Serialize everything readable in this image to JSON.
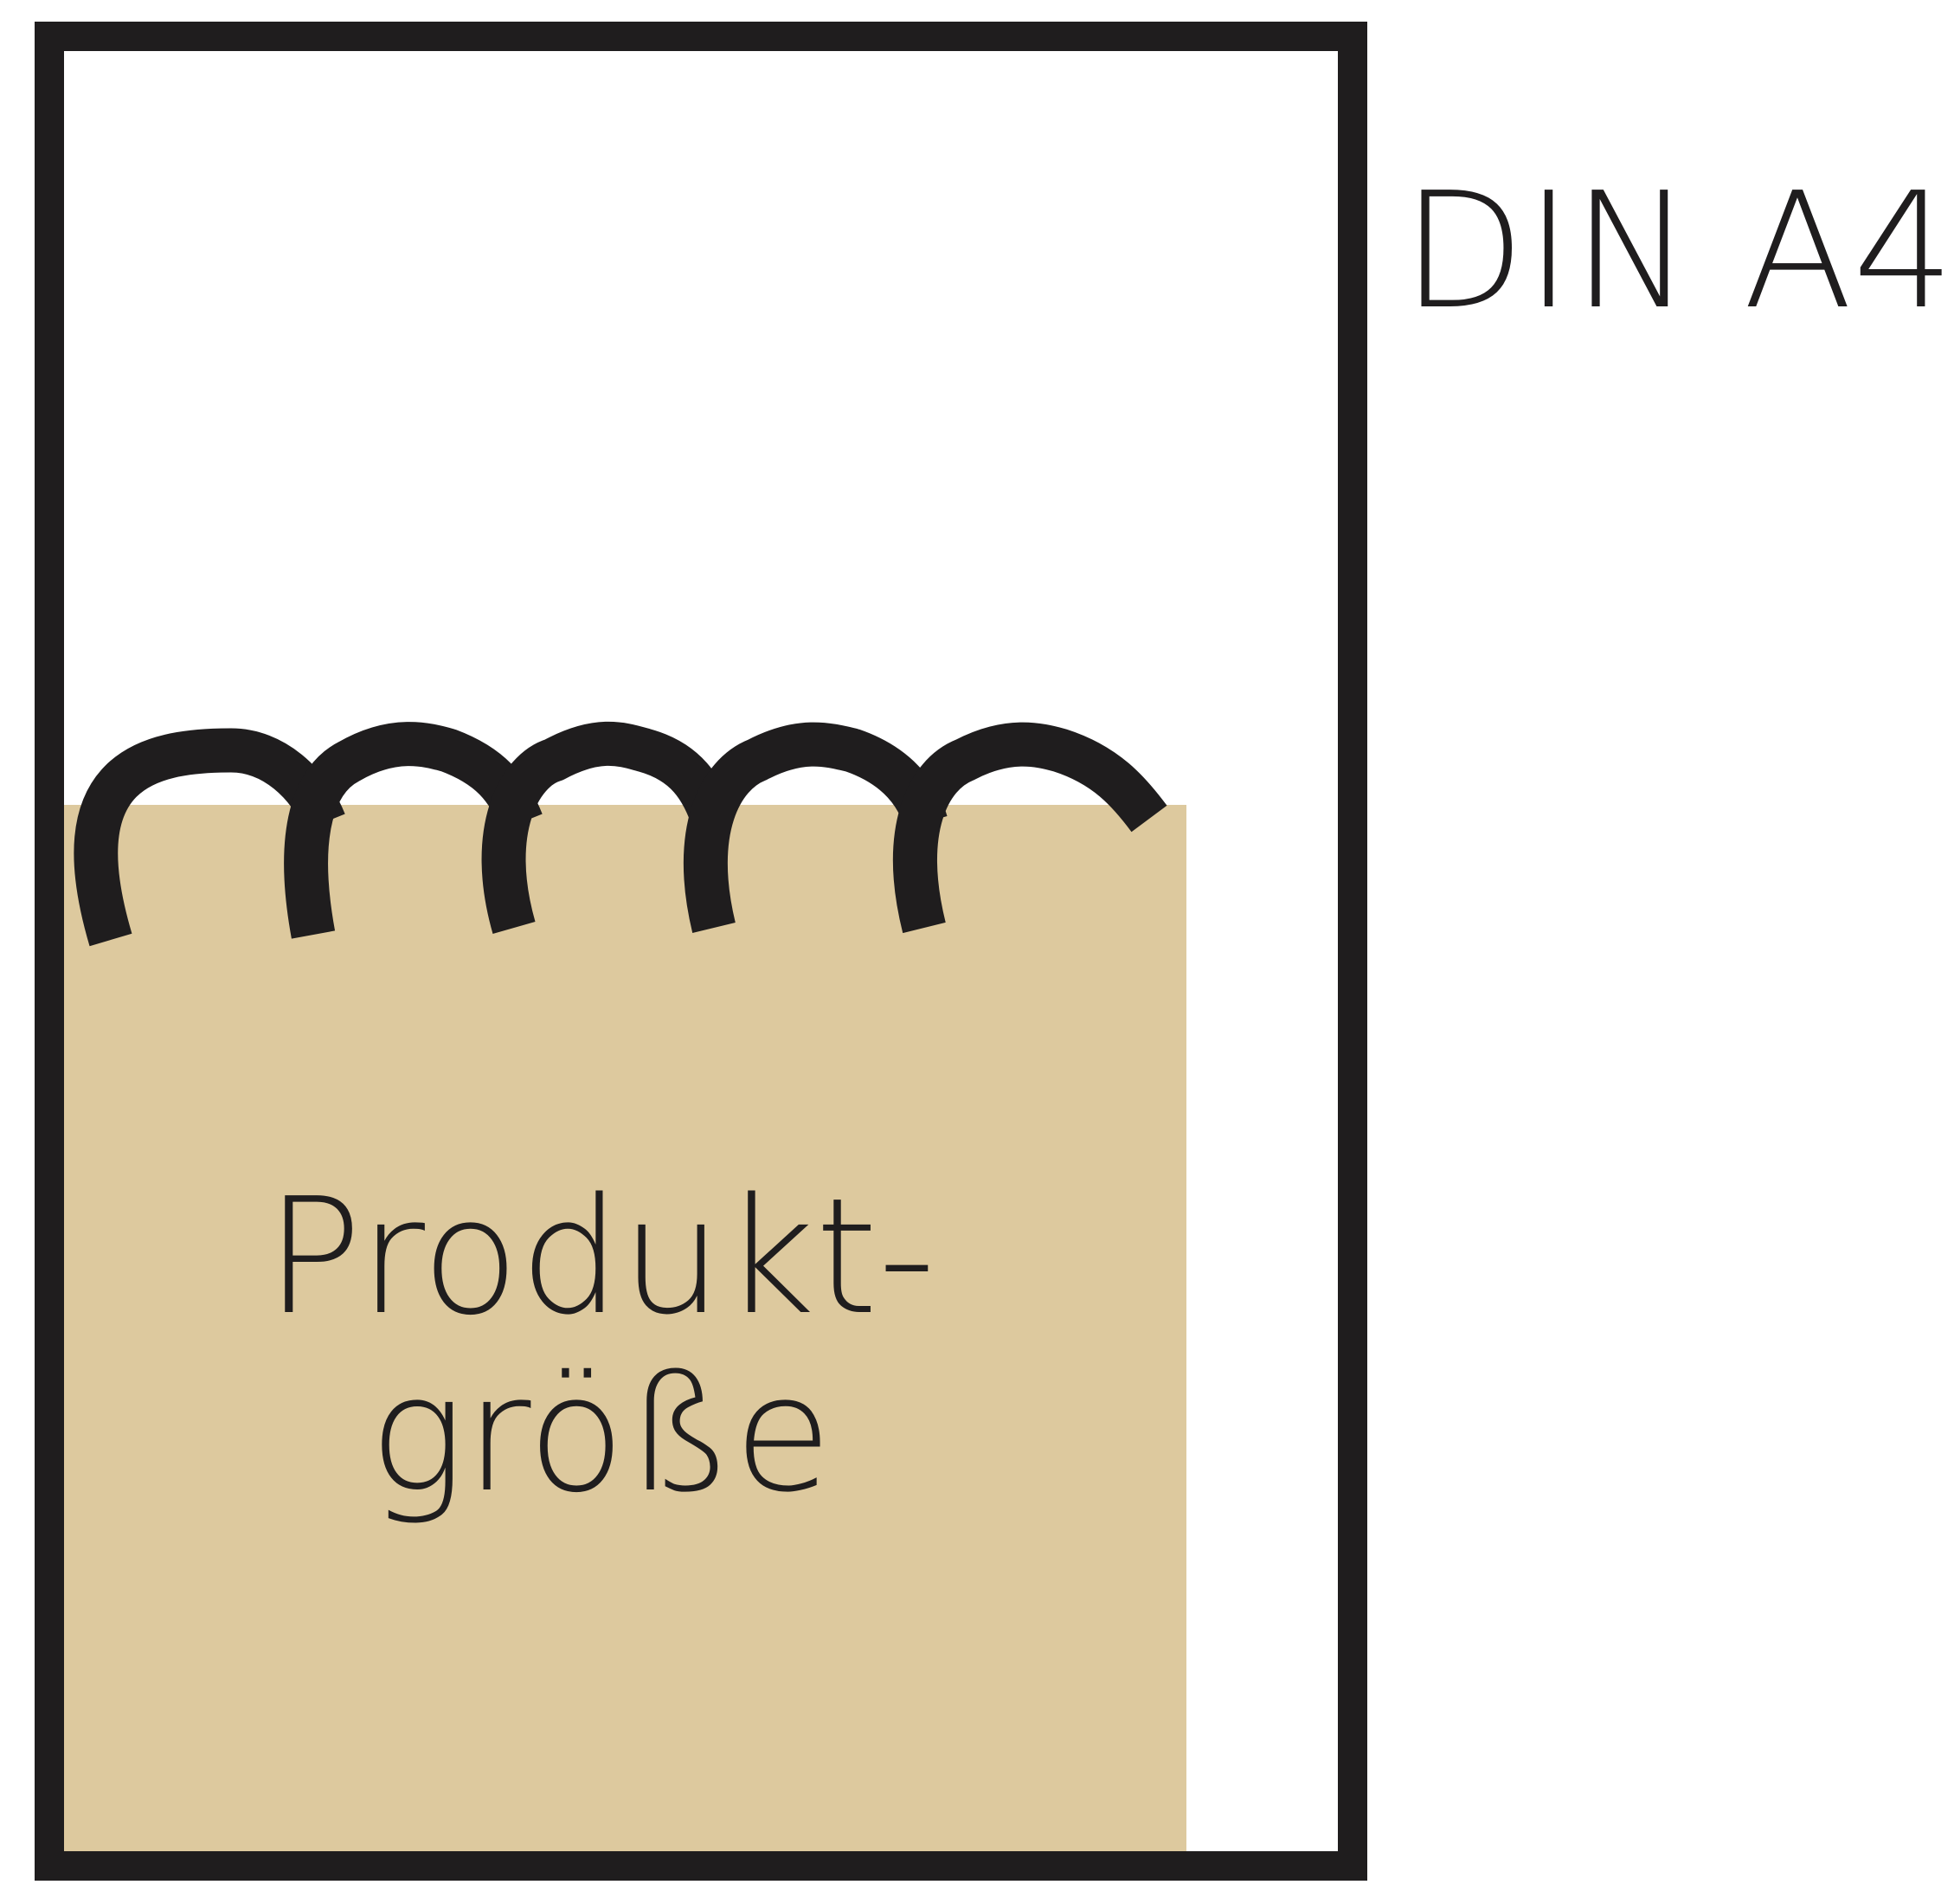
{
  "format": {
    "label": "DIN A4"
  },
  "product": {
    "label_line1": "Produkt-",
    "label_line2": "größe"
  },
  "colors": {
    "frame": "#1f1d1e",
    "product_area": "#ddc99e",
    "background": "#ffffff"
  },
  "icons": {
    "binding": "spiral-binding-icon"
  }
}
